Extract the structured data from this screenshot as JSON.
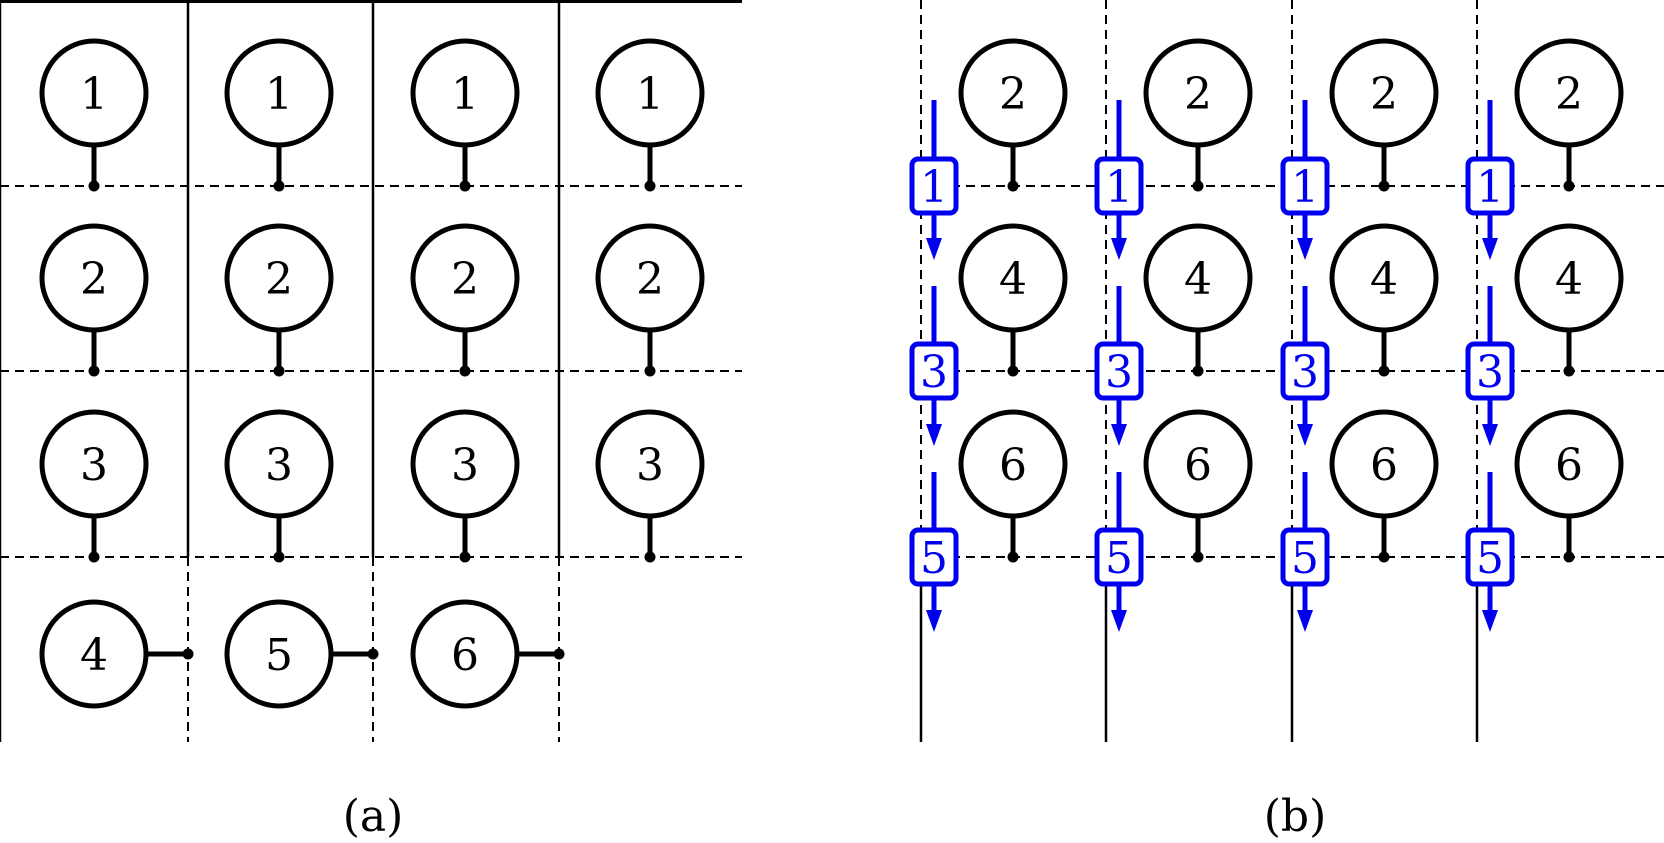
{
  "colors": {
    "ink": "#000000",
    "accent": "#0000ee",
    "background": "#ffffff"
  },
  "panel_a": {
    "caption": "(a)",
    "rows": [
      [
        "1",
        "1",
        "1",
        "1"
      ],
      [
        "2",
        "2",
        "2",
        "2"
      ],
      [
        "3",
        "3",
        "3",
        "3"
      ],
      [
        "4",
        "5",
        "6"
      ]
    ]
  },
  "panel_b": {
    "caption": "(b)",
    "node_labels": [
      "2",
      "4",
      "6"
    ],
    "column_count": 4,
    "step_labels": [
      "1",
      "3",
      "5"
    ]
  }
}
